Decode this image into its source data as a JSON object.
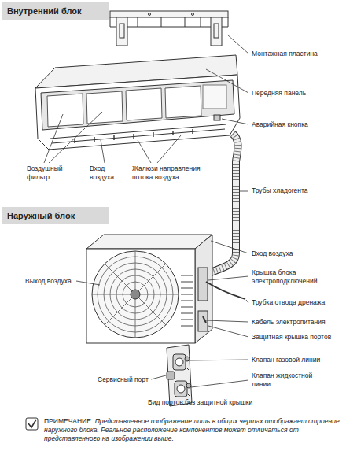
{
  "diagram": {
    "nodes": [
      {
        "text": [
          "Внутренний блок"
        ]
      },
      {
        "text": [
          "Наружный блок"
        ]
      }
    ],
    "labels": [
      "Монтажная пластина",
      "Передняя панель",
      "Аварийная кнопка",
      "Воздушный фильтр",
      "Вход воздуха",
      "Жалюзи направления потока воздуха",
      "Трубы хладогента",
      "Вход воздуха",
      "Выход воздуха",
      "Крышка блока электроподключений",
      "Трубка отвода дренажа",
      "Кабель электропитания",
      "Защитная крышка портов",
      "Клапан газовой линии",
      "Сервисный порт",
      "Клапан жидкостной линии",
      "Вид портов без защитной крышки",
      "ПРИМЕЧАНИЕ.",
      "Представленное изображение лишь в общих чертах отображает строение наружного блока. Реальное расположение компонентов может отличаться от представленного на изображении выше."
    ]
  }
}
